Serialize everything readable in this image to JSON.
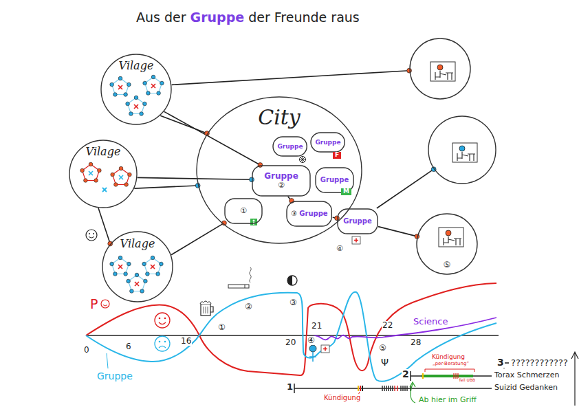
{
  "diagram": {
    "title": "Aus der Gruppe der Freunde raus",
    "nodes": [
      {
        "text": [
          "Vilage"
        ]
      },
      {
        "text": [
          "Vilage"
        ]
      },
      {
        "text": [
          "Vilage"
        ]
      },
      {
        "text": [
          "City"
        ]
      },
      {
        "text": [
          "Gruppe"
        ],
        "in": 3
      },
      {
        "text": [
          "Gruppe"
        ],
        "in": 3
      },
      {
        "text": [
          "Gruppe",
          "②"
        ],
        "in": 3
      },
      {
        "text": [
          "Gruppe"
        ],
        "in": 3
      },
      {
        "text": [
          "①"
        ],
        "in": 3
      },
      {
        "text": [
          "③",
          "Gruppe"
        ],
        "in": 3
      },
      {
        "text": [
          "Gruppe"
        ],
        "in": 3
      },
      {
        "text": []
      },
      {
        "text": []
      },
      {
        "text": [
          "⑤"
        ]
      }
    ],
    "edges": [
      {
        "from": 0,
        "to": 6,
        "arrow": "none"
      },
      {
        "from": 0,
        "to": 3,
        "arrow": "none"
      },
      {
        "from": 0,
        "to": 11,
        "arrow": "none"
      },
      {
        "from": 1,
        "to": 6,
        "arrow": "none"
      },
      {
        "from": 1,
        "to": 3,
        "arrow": "none"
      },
      {
        "from": 1,
        "to": 2,
        "arrow": "none"
      },
      {
        "from": 2,
        "to": 8,
        "arrow": "none"
      },
      {
        "from": 6,
        "to": 9,
        "arrow": "none"
      },
      {
        "from": 9,
        "to": 10,
        "arrow": "none"
      },
      {
        "from": 10,
        "to": 12,
        "arrow": "none"
      },
      {
        "from": 10,
        "to": 13,
        "arrow": "none"
      }
    ],
    "labels": [
      "F",
      "M",
      "④",
      "P",
      "Gruppe",
      "0",
      "6",
      "16",
      "①",
      "②",
      "③",
      "20",
      "④",
      "21",
      "22",
      "⑤",
      "28",
      "Science",
      "Ψ",
      "1",
      "Kündigung",
      "Suizid Gedanken",
      "2",
      "Kündigung",
      "„per-Beratung“",
      "Teil UBB",
      "Torax Schmerzen",
      "Ab hier im Griff",
      "3",
      "????????????"
    ]
  }
}
